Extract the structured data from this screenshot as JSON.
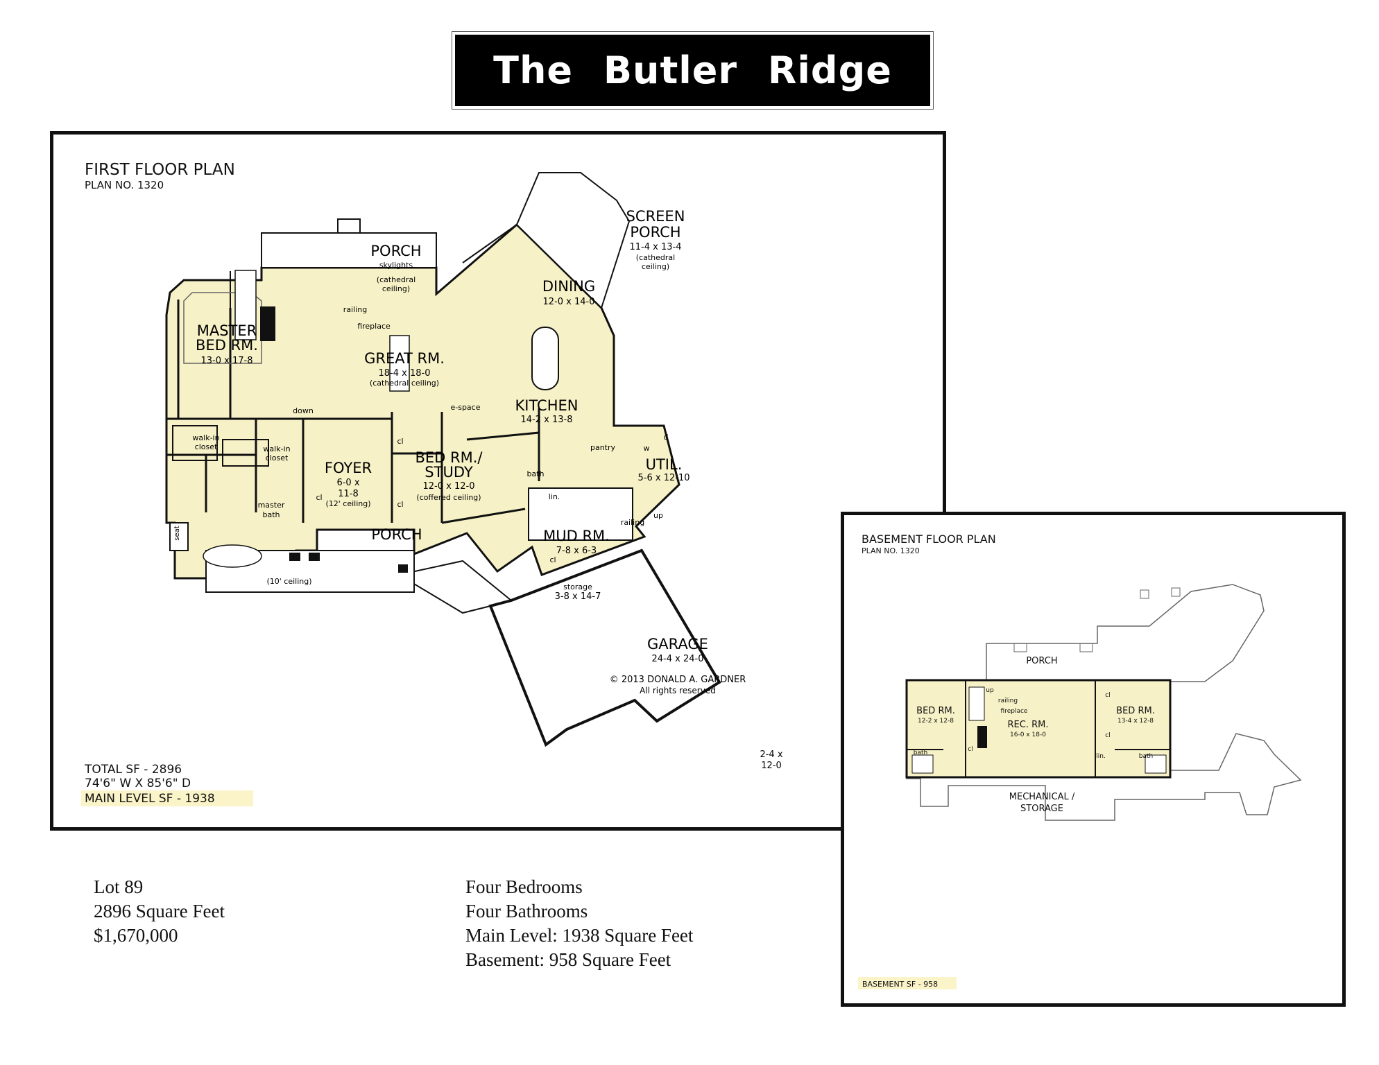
{
  "title": "The Butler Ridge",
  "first_floor": {
    "heading": "FIRST FLOOR PLAN",
    "plan_no": "PLAN NO. 1320",
    "total_sf": "TOTAL SF - 2896",
    "dimensions": "74'6\" W X 85'6\" D",
    "main_level_sf": "MAIN LEVEL SF - 1938",
    "copyright": "© 2013 DONALD A. GARDNER",
    "rights": "All rights reserved",
    "rooms": {
      "porch_top": "PORCH",
      "skylights": "skylights",
      "cathedral_top": "(cathedral",
      "ceiling_top": "ceiling)",
      "screen_porch_1": "SCREEN",
      "screen_porch_2": "PORCH",
      "screen_porch_dim": "11-4 x 13-4",
      "screen_porch_note1": "(cathedral",
      "screen_porch_note2": "ceiling)",
      "dining": "DINING",
      "dining_dim": "12-0 x 14-0",
      "master_1": "MASTER",
      "master_2": "BED RM.",
      "master_dim": "13-0 x 17-8",
      "railing": "railing",
      "fireplace": "fireplace",
      "great_rm": "GREAT RM.",
      "great_dim": "18-4 x 18-0",
      "great_note": "(cathedral ceiling)",
      "down": "down",
      "e_space": "e-space",
      "kitchen": "KITCHEN",
      "kitchen_dim": "14-2 x 13-8",
      "walk_in_1a": "walk-in",
      "walk_in_1b": "closet",
      "walk_in_2a": "walk-in",
      "walk_in_2b": "closet",
      "foyer": "FOYER",
      "foyer_dim1": "6-0 x",
      "foyer_dim2": "11-8",
      "foyer_note": "(12' ceiling)",
      "cl_foyer": "cl",
      "cl_top": "cl",
      "cl_bottom": "cl",
      "bed_study_1": "BED RM./",
      "bed_study_2": "STUDY",
      "bed_study_dim": "12-0 x 12-0",
      "bed_study_note": "(coffered ceiling)",
      "pantry": "pantry",
      "w": "w",
      "d": "d",
      "util": "UTIL.",
      "util_dim": "5-6 x 12-10",
      "bath": "bath",
      "lin": "lin.",
      "master_bath_1": "master",
      "master_bath_2": "bath",
      "seat": "seat",
      "porch_front": "PORCH",
      "ceiling_10": "(10' ceiling)",
      "mud_rm": "MUD RM.",
      "mud_dim": "7-8 x 6-3",
      "cl_mud": "cl",
      "railing2": "railing",
      "up": "up",
      "storage": "storage",
      "storage_dim": "3-8 x 14-7",
      "garage": "GARAGE",
      "garage_dim": "24-4 x 24-0",
      "garage_ext_1": "2-4 x",
      "garage_ext_2": "12-0"
    }
  },
  "basement": {
    "heading": "BASEMENT FLOOR PLAN",
    "plan_no": "PLAN NO. 1320",
    "basement_sf": "BASEMENT SF - 958",
    "rooms": {
      "porch": "PORCH",
      "bed_left": "BED RM.",
      "bed_left_dim": "12-2 x 12-8",
      "up": "up",
      "railing": "railing",
      "fireplace": "fireplace",
      "rec": "REC. RM.",
      "rec_dim": "16-0 x 18-0",
      "bed_right": "BED RM.",
      "bed_right_dim": "13-4 x 12-8",
      "cl1": "cl",
      "cl2": "cl",
      "cl3": "cl",
      "lin": "lin.",
      "bath_left": "bath",
      "bath_right": "bath",
      "mech_1": "MECHANICAL /",
      "mech_2": "STORAGE"
    }
  },
  "details_left": {
    "lot": "Lot 89",
    "sqft": "2896 Square Feet",
    "price": "$1,670,000"
  },
  "details_right": {
    "bedrooms": "Four Bedrooms",
    "bathrooms": "Four Bathrooms",
    "main_level": "Main Level: 1938 Square Feet",
    "basement": "Basement: 958 Square Feet"
  },
  "colors": {
    "floor_fill": "#f6f1c6",
    "highlight": "#fbf4c8",
    "wall": "#111111"
  }
}
